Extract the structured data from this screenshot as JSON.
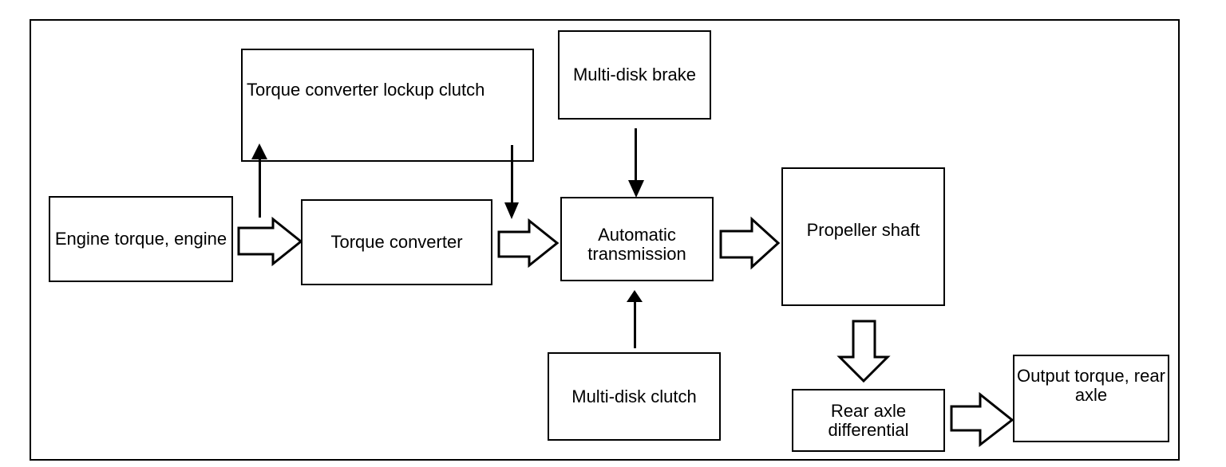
{
  "diagram": {
    "background": "#ffffff",
    "line_color": "#000000",
    "nodes": [
      {
        "id": "engine",
        "label": "Engine torque, engine"
      },
      {
        "id": "lockup_clutch",
        "label": "Torque converter lockup clutch"
      },
      {
        "id": "multi_disk_brake",
        "label": "Multi-disk brake"
      },
      {
        "id": "torque_converter",
        "label": "Torque converter"
      },
      {
        "id": "automatic_transmission",
        "label": "Automatic transmission"
      },
      {
        "id": "multi_disk_clutch",
        "label": "Multi-disk clutch"
      },
      {
        "id": "propeller_shaft",
        "label": "Propeller shaft"
      },
      {
        "id": "rear_axle_differential",
        "label": "Rear axle differential"
      },
      {
        "id": "output_torque",
        "label": "Output torque, rear axle"
      }
    ],
    "connections": [
      {
        "from": "engine",
        "to": "torque_converter",
        "style": "block-arrow",
        "direction": "right"
      },
      {
        "from": "torque_converter",
        "to": "automatic_transmission",
        "style": "block-arrow",
        "direction": "right"
      },
      {
        "from": "automatic_transmission",
        "to": "propeller_shaft",
        "style": "block-arrow",
        "direction": "right"
      },
      {
        "from": "propeller_shaft",
        "to": "rear_axle_differential",
        "style": "block-arrow",
        "direction": "down"
      },
      {
        "from": "rear_axle_differential",
        "to": "output_torque",
        "style": "block-arrow",
        "direction": "right"
      },
      {
        "from": "engine_converter_flow",
        "to": "lockup_clutch",
        "style": "thin-arrow",
        "direction": "up"
      },
      {
        "from": "lockup_clutch",
        "to": "converter_transmission_flow",
        "style": "thin-arrow",
        "direction": "down"
      },
      {
        "from": "multi_disk_brake",
        "to": "automatic_transmission",
        "style": "thin-arrow",
        "direction": "down"
      },
      {
        "from": "multi_disk_clutch",
        "to": "automatic_transmission",
        "style": "thin-arrow",
        "direction": "up"
      }
    ]
  }
}
